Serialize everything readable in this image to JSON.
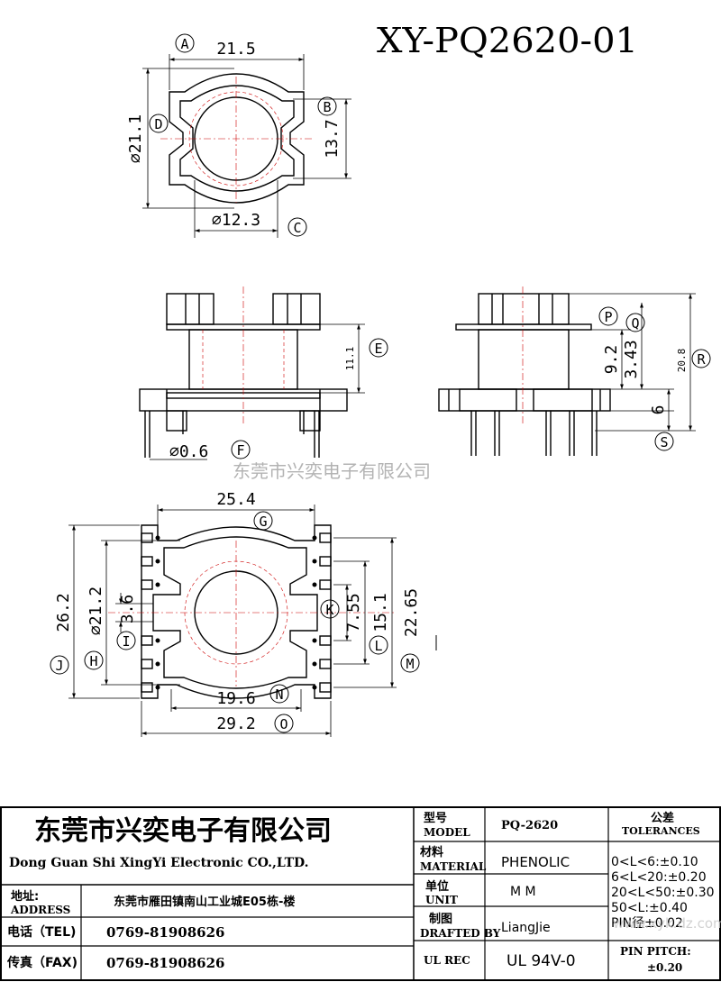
{
  "title": "XY-PQ2620-01",
  "watermark": "东莞市兴奕电子有限公司",
  "watermark_url": "www.xyk.dz.com",
  "top_view": {
    "dim_a": {
      "tag": "A",
      "value": "21.5"
    },
    "dim_b": {
      "tag": "B",
      "value": "13.7"
    },
    "dim_c": {
      "tag": "C",
      "value": "⌀12.3"
    },
    "dim_d": {
      "tag": "D",
      "value": "⌀21.1"
    }
  },
  "front_view": {
    "dim_e": {
      "tag": "E",
      "value": "11.1"
    },
    "dim_f": {
      "tag": "F",
      "value": "⌀0.6"
    }
  },
  "side_view": {
    "dim_p": {
      "tag": "P",
      "value": "9.2"
    },
    "dim_q": {
      "tag": "Q",
      "value": "3.43"
    },
    "dim_r": {
      "tag": "R",
      "value": "20.8"
    },
    "dim_s": {
      "tag": "S",
      "value": "6"
    }
  },
  "bottom_view": {
    "dim_g": {
      "tag": "G",
      "value": "25.4"
    },
    "dim_h": {
      "tag": "H",
      "value": "⌀21.2"
    },
    "dim_i": {
      "tag": "I",
      "value": "3.6"
    },
    "dim_j": {
      "tag": "J",
      "value": "26.2"
    },
    "dim_k": {
      "tag": "K",
      "value": "7.55"
    },
    "dim_l": {
      "tag": "L",
      "value": "15.1"
    },
    "dim_m": {
      "tag": "M",
      "value": "22.65"
    },
    "dim_n": {
      "tag": "N",
      "value": "19.6"
    },
    "dim_o": {
      "tag": "O",
      "value": "29.2"
    }
  },
  "title_block": {
    "company_cn": "东莞市兴奕电子有限公司",
    "company_en": "Dong Guan Shi XingYi Electronic CO.,LTD.",
    "address_label_cn": "地址:",
    "address_label_en": "ADDRESS",
    "address_value": "东莞市雁田镇南山工业城E05栋-楼",
    "tel_label": "电话（TEL)",
    "tel_value": "0769-81908626",
    "fax_label": "传真（FAX)",
    "fax_value": "0769-81908626",
    "model_label_cn": "型号",
    "model_label_en": "MODEL",
    "model_value": "PQ-2620",
    "material_label_cn": "材料",
    "material_label_en": "MATERIAL",
    "material_value": "PHENOLIC",
    "unit_label_cn": "单位",
    "unit_label_en": "UNIT",
    "unit_value": "M M",
    "drafted_label_cn": "制图",
    "drafted_label_en": "DRAFTED BY",
    "drafted_value": "LiangJie",
    "ulrec_label": "UL REC",
    "ulrec_value": "UL 94V-0",
    "tolerance_label_cn": "公差",
    "tolerance_label_en": "TOLERANCES",
    "tolerances": [
      "0<L<6:±0.10",
      "6<L<20:±0.20",
      "20<L<50:±0.30",
      "50<L:±0.40",
      "PIN径±0.02"
    ],
    "pin_pitch_label": "PIN PITCH:",
    "pin_pitch_value": "±0.20"
  }
}
